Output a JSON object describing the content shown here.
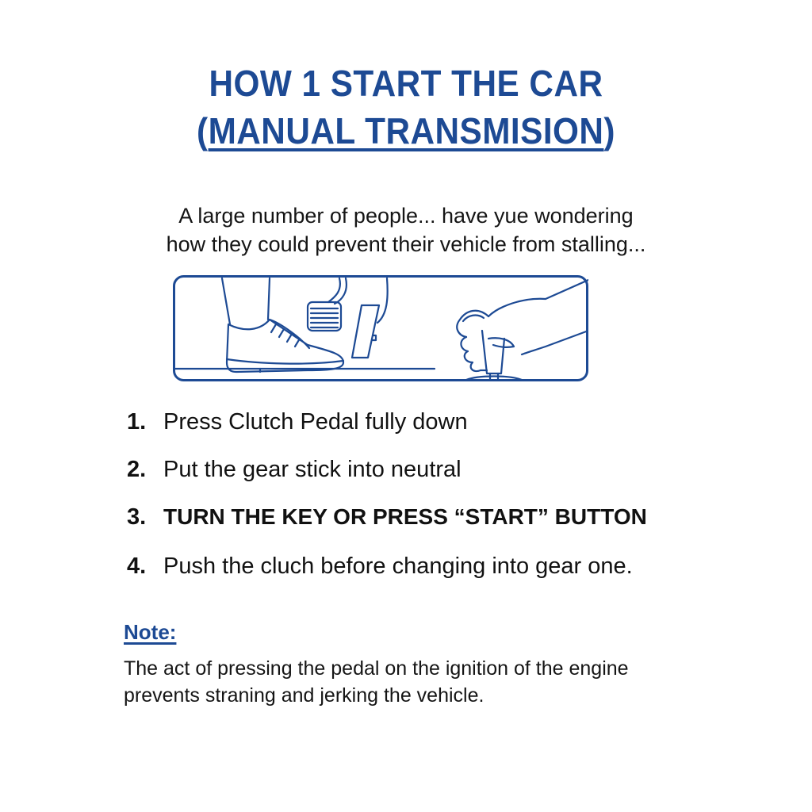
{
  "header": {
    "title_line1": "HOW 1 START THE CAR",
    "title_line2_open": "(",
    "title_line2_main": "MANUAL TRANSMISION",
    "title_line2_close": ")"
  },
  "intro": {
    "line1": "A large number of people... have yue wondering",
    "line2": "how they could prevent their vehicle from stalling..."
  },
  "illustration": {
    "description": "Foot pressing clutch pedal and hand gripping gear stick",
    "stroke_color": "#1d4a94"
  },
  "steps": [
    {
      "number": "1.",
      "text": "Press Clutch Pedal fully down"
    },
    {
      "number": "2.",
      "text": "Put the gear stick into neutral"
    },
    {
      "number": "3.",
      "text": "TURN THE KEY OR PRESS “START” BUTTON"
    },
    {
      "number": "4.",
      "text": "Push the cluch before changing into gear one."
    }
  ],
  "note": {
    "label": "Note:",
    "line1": "The act of pressing the pedal on the ignition of the engine",
    "line2": "prevents straning and jerking the vehicle."
  },
  "colors": {
    "accent": "#1d4a94",
    "text": "#111111",
    "background": "#ffffff"
  }
}
